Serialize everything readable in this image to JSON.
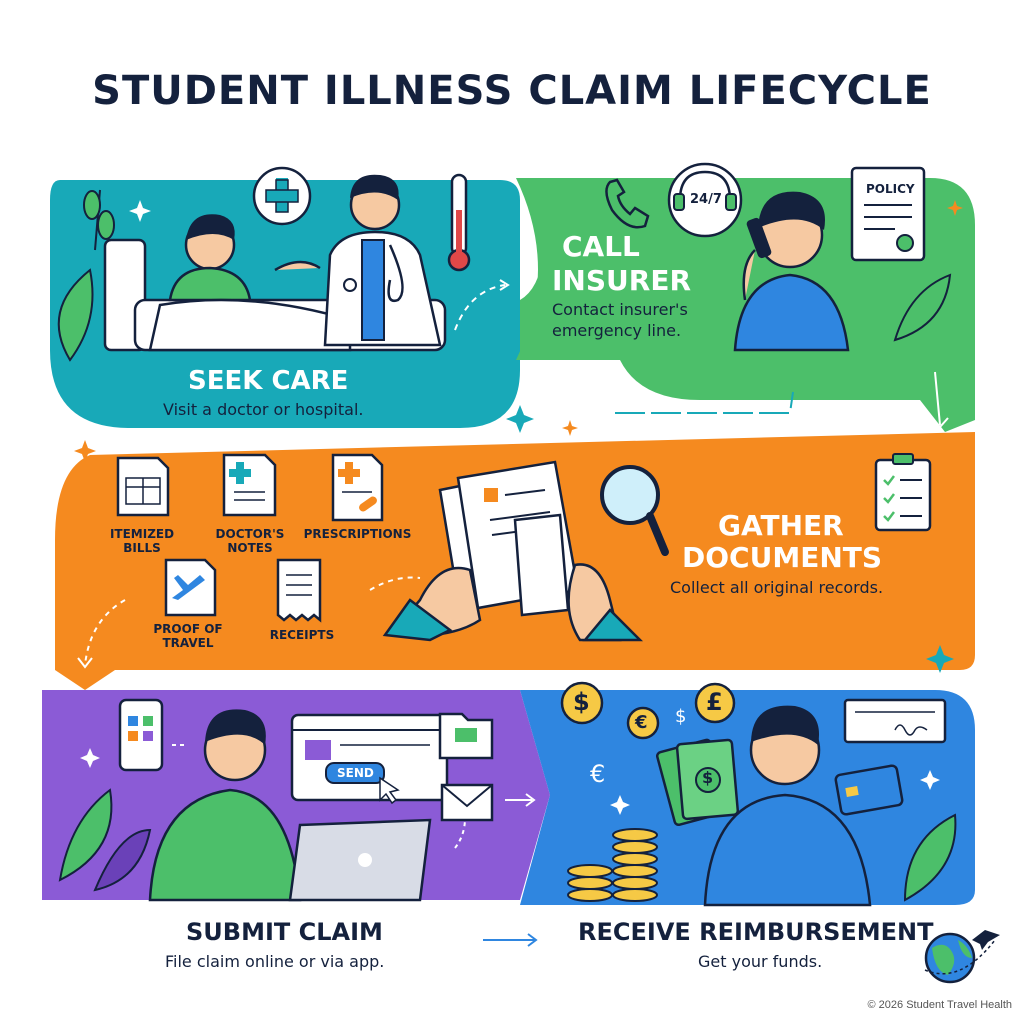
{
  "title": "STUDENT ILLNESS CLAIM LIFECYCLE",
  "steps": {
    "seek_care": {
      "heading": "SEEK CARE",
      "description": "Visit a doctor or hospital."
    },
    "call_insurer": {
      "heading_line1": "CALL",
      "heading_line2": "INSURER",
      "description_line1": "Contact insurer's",
      "description_line2": "emergency line.",
      "badge": "24/7",
      "policy_label": "POLICY"
    },
    "gather_documents": {
      "heading_line1": "GATHER",
      "heading_line2": "DOCUMENTS",
      "description": "Collect all original records.",
      "documents": [
        {
          "line1": "ITEMIZED",
          "line2": "BILLS"
        },
        {
          "line1": "DOCTOR'S",
          "line2": "NOTES"
        },
        {
          "line1": "PRESCRIPTIONS",
          "line2": ""
        },
        {
          "line1": "PROOF OF",
          "line2": "TRAVEL"
        },
        {
          "line1": "RECEIPTS",
          "line2": ""
        }
      ]
    },
    "submit_claim": {
      "heading": "SUBMIT CLAIM",
      "description": "File claim online or via app.",
      "send_button": "SEND"
    },
    "receive_reimbursement": {
      "heading": "RECEIVE REIMBURSEMENT",
      "description": "Get your funds."
    }
  },
  "footer": {
    "copyright": "© 2026 Student Travel Health"
  },
  "colors": {
    "teal": "#18a9b8",
    "green": "#4cbf6a",
    "orange": "#f58a1f",
    "purple": "#8b5bd6",
    "blue": "#2f86e0",
    "navy": "#14213d"
  }
}
